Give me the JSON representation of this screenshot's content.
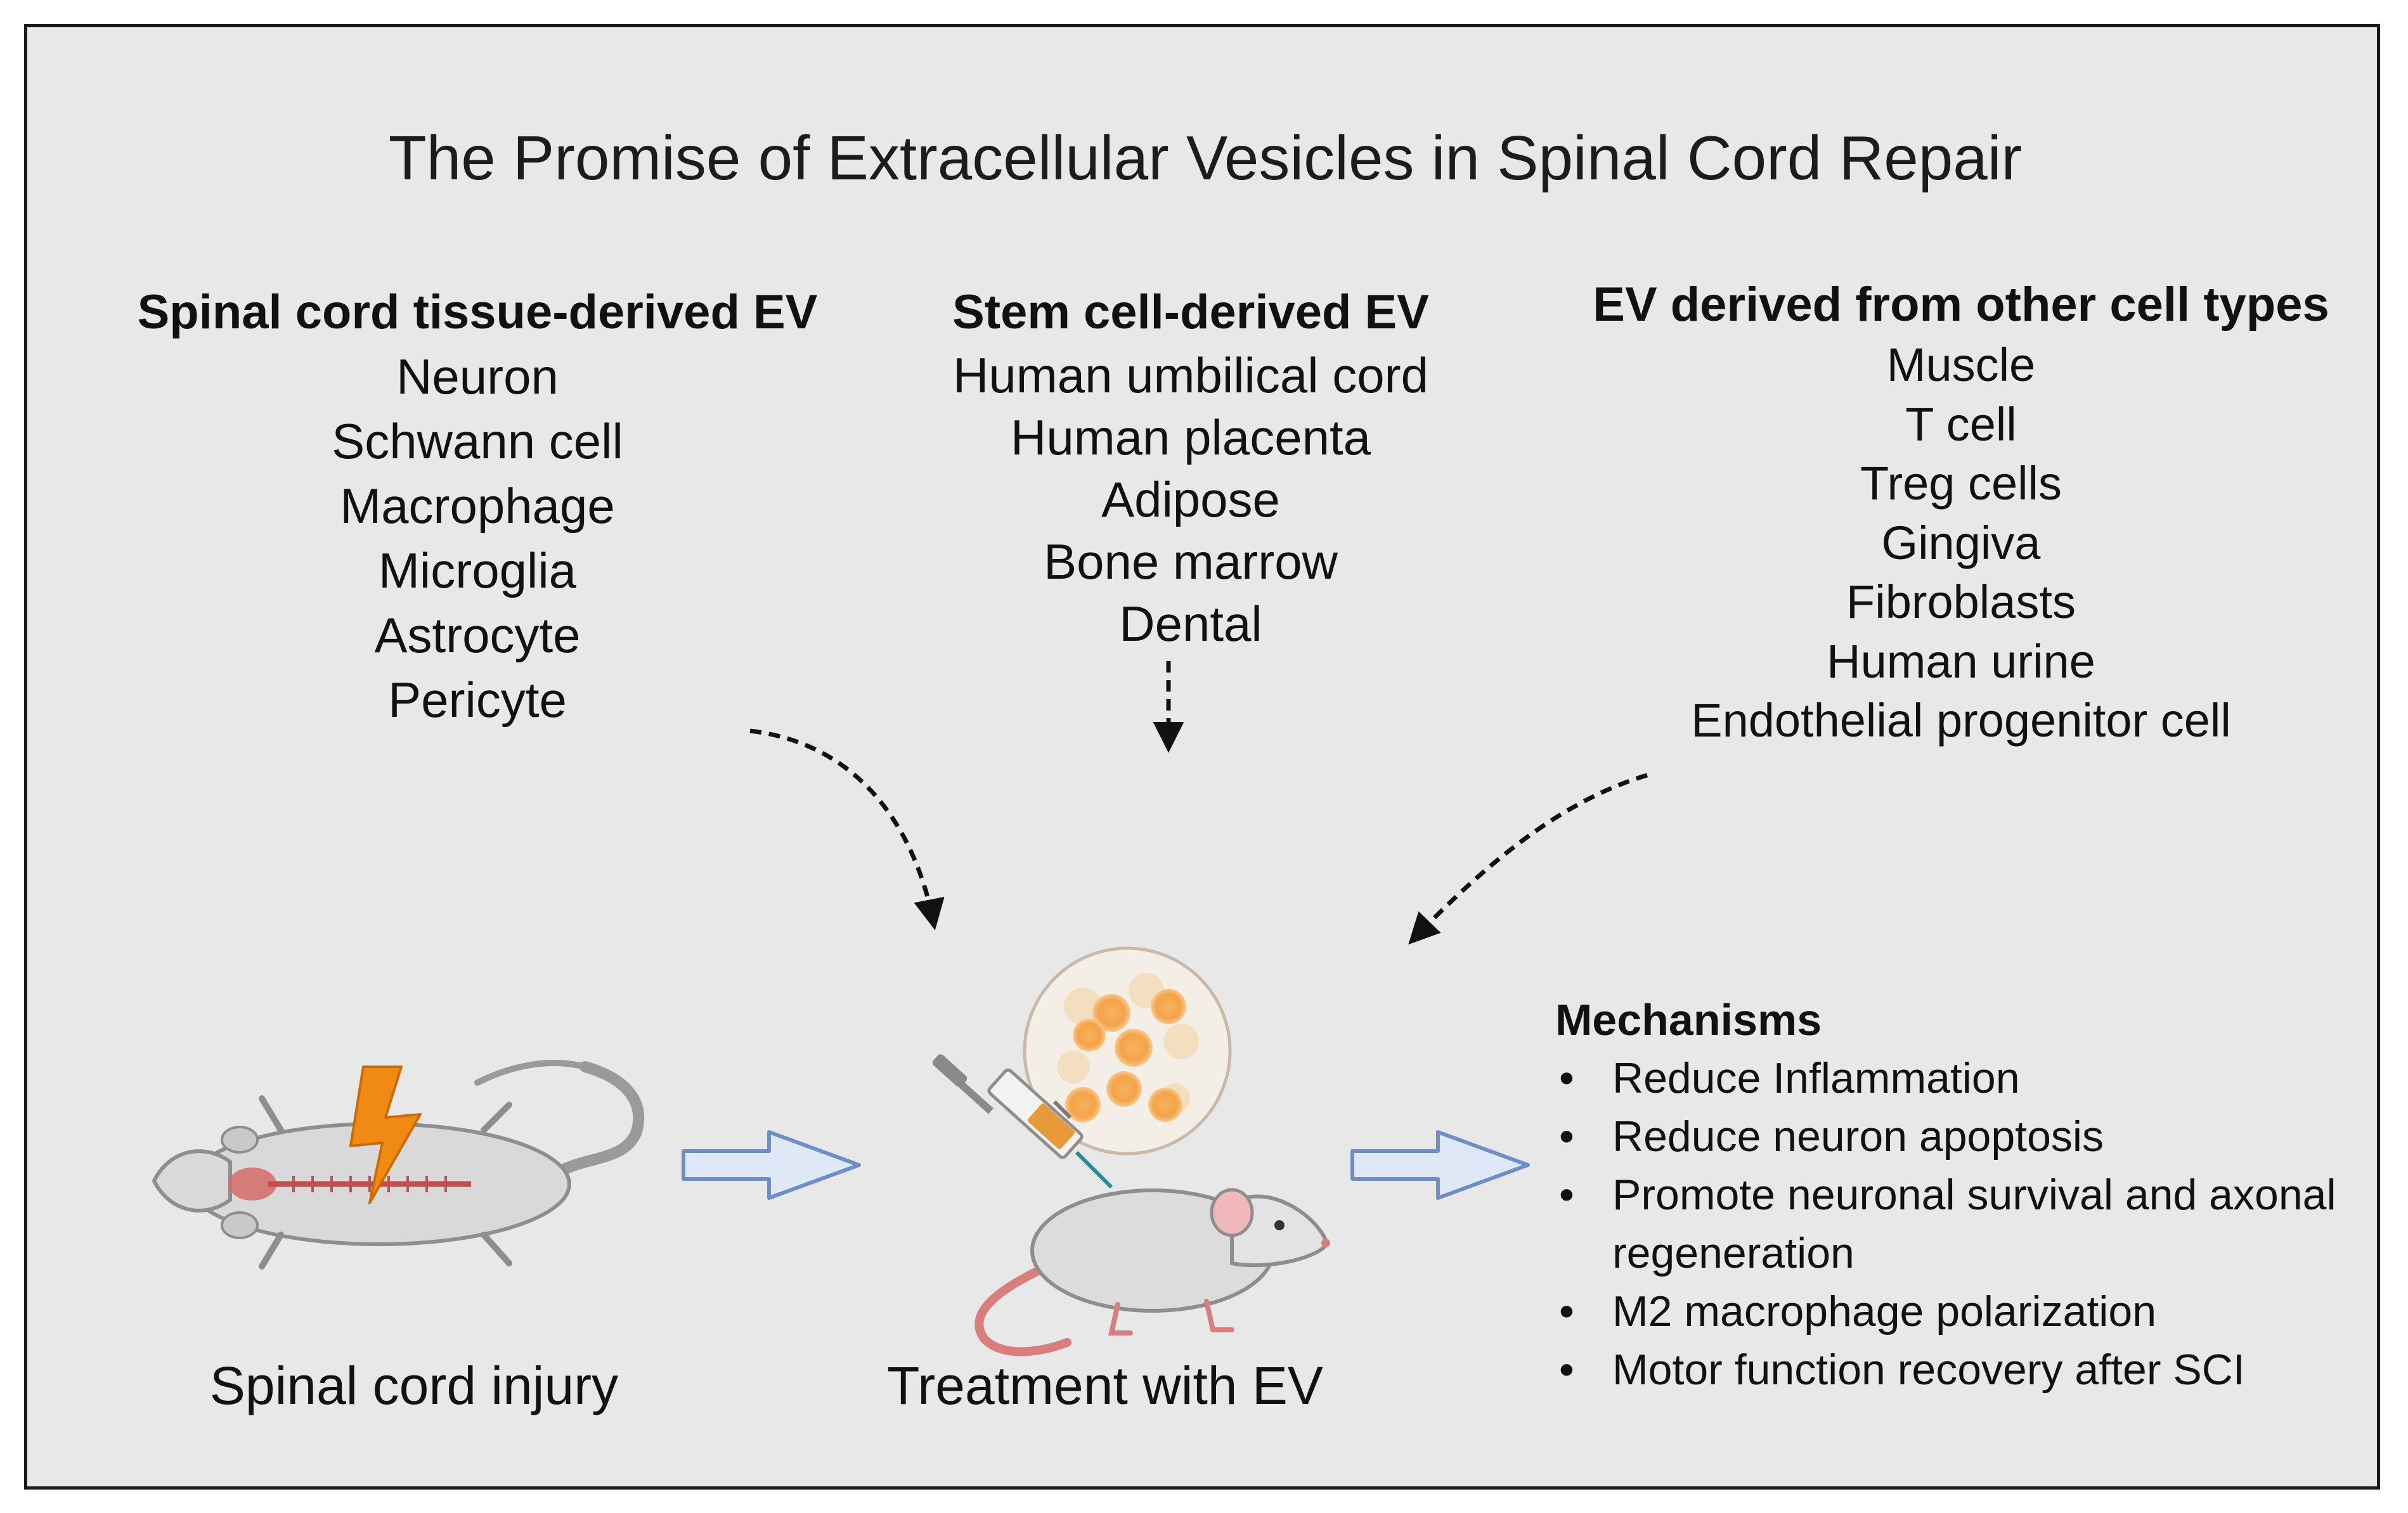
{
  "title": "The Promise of Extracellular Vesicles in Spinal Cord Repair",
  "sources": [
    {
      "heading": "Spinal cord tissue-derived EV",
      "items": [
        "Neuron",
        "Schwann cell",
        "Macrophage",
        "Microglia",
        "Astrocyte",
        "Pericyte"
      ]
    },
    {
      "heading": "Stem cell-derived EV",
      "items": [
        "Human umbilical cord",
        "Human placenta",
        "Adipose",
        "Bone marrow",
        "Dental"
      ]
    },
    {
      "heading": "EV derived from other cell types",
      "items": [
        "Muscle",
        "T cell",
        "Treg cells",
        "Gingiva",
        "Fibroblasts",
        "Human urine",
        "Endothelial progenitor cell"
      ]
    }
  ],
  "mechanisms": {
    "heading": "Mechanisms",
    "items": [
      "Reduce Inflammation",
      "Reduce neuron apoptosis",
      "Promote neuronal survival and axonal regeneration",
      "M2 macrophage polarization",
      "Motor function recovery after SCI"
    ]
  },
  "captions": {
    "injury": "Spinal cord injury",
    "treatment": "Treatment with EV"
  },
  "icons": {
    "injured_rat": "rat-icon",
    "injury_bolt": "lightning-bolt-icon",
    "syringe": "syringe-icon",
    "ev_cells": "vesicle-circle-icon",
    "treated_rat": "rat-icon",
    "flow_arrow": "hollow-arrow-icon"
  },
  "colors": {
    "panel_bg": "#e8e8e8",
    "arrow_stroke": "#6f8fc4",
    "arrow_fill": "#dfe8f6",
    "bolt": "#f08a12",
    "spine": "#c0504d",
    "vesicle": "#f4a44a"
  }
}
